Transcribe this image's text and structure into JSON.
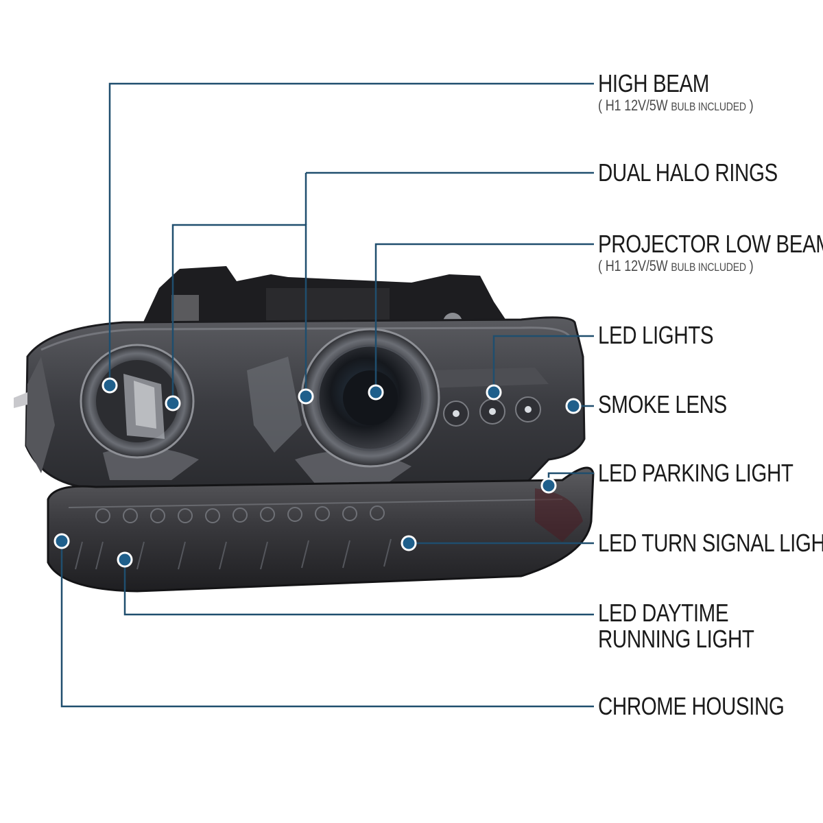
{
  "colors": {
    "leader_line": "#1f4e6e",
    "marker": "#1f5f8b",
    "lens_smoke": "#3e3f44",
    "text": "#1a1a1a"
  },
  "labels": [
    {
      "main": "HIGH BEAM",
      "sub_open": "( H1 12V/5W",
      "sub_small": "BULB INCLUDED",
      "sub_close": ")"
    },
    {
      "main": "DUAL HALO RINGS"
    },
    {
      "main": "PROJECTOR LOW BEAM",
      "sub_open": "( H1 12V/5W",
      "sub_small": "BULB INCLUDED",
      "sub_close": ")"
    },
    {
      "main": "LED LIGHTS"
    },
    {
      "main": "SMOKE LENS"
    },
    {
      "main": "LED PARKING LIGHT"
    },
    {
      "main": "LED TURN SIGNAL LIGHT"
    },
    {
      "main": "LED DAYTIME",
      "main2": "RUNNING LIGHT"
    },
    {
      "main": "CHROME HOUSING"
    }
  ]
}
